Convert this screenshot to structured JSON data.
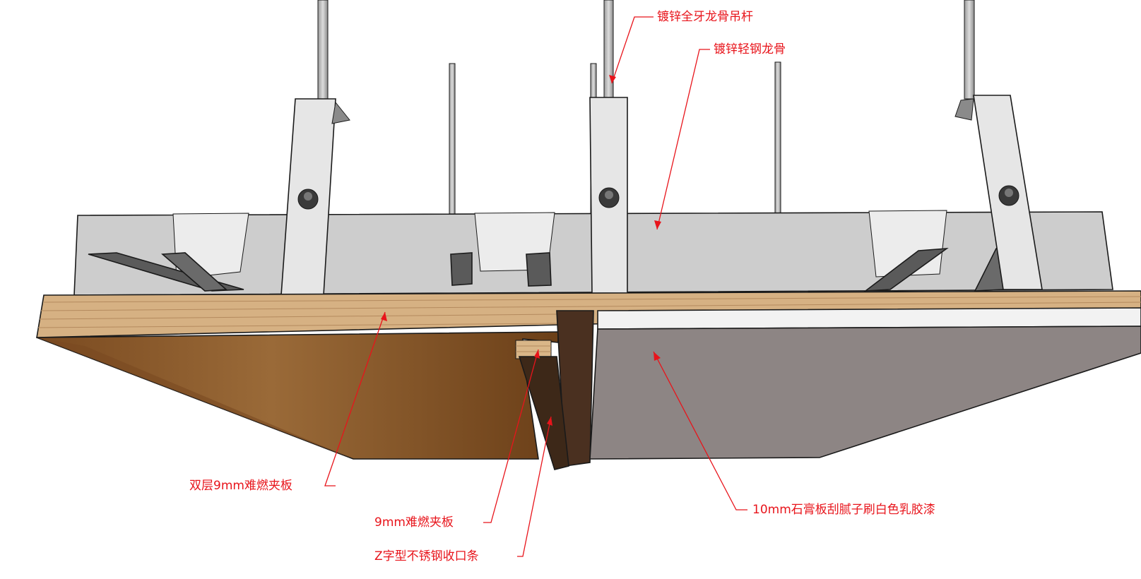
{
  "colors": {
    "label_red": "#e8141b",
    "steel_light": "#e4e4e4",
    "steel_mid": "#c9c9c9",
    "channel_dark": "#5c5c5c",
    "plywood_edge": "#d4ae80",
    "wood_face": "#8a5a2a",
    "stainless_trim": "#4a3020",
    "gypsum_face": "#8c8584",
    "gypsum_edge": "#f2f2f2"
  },
  "labels": {
    "rod": "镀锌全牙龙骨吊杆",
    "keel": "镀锌轻钢龙骨",
    "double_board": "双层9mm难燃夹板",
    "single_board": "9mm难燃夹板",
    "z_trim": "Z字型不锈钢收口条",
    "gypsum": "10mm石膏板刮腻子刷白色乳胶漆"
  }
}
